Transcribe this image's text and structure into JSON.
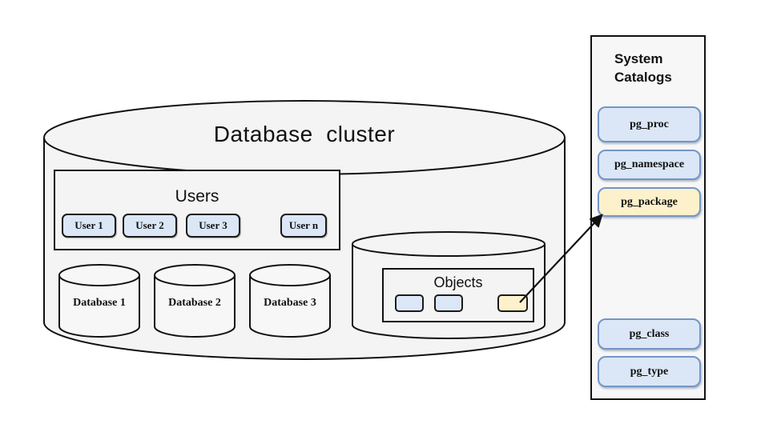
{
  "cluster": {
    "title": "Database  cluster"
  },
  "users": {
    "title": "Users",
    "items": [
      {
        "label": "User 1"
      },
      {
        "label": "User 2"
      },
      {
        "label": "User 3"
      },
      {
        "label": "User n"
      }
    ]
  },
  "databases": [
    {
      "label": "Database 1"
    },
    {
      "label": "Database 2"
    },
    {
      "label": "Database 3"
    }
  ],
  "objects": {
    "title": "Objects",
    "items": [
      {
        "color": "blue"
      },
      {
        "color": "blue"
      },
      {
        "color": "yellow",
        "linked_to": "pg_package"
      }
    ]
  },
  "catalogs": {
    "title": "System\nCatalogs",
    "items": [
      {
        "label": "pg_proc",
        "highlighted": false
      },
      {
        "label": "pg_namespace",
        "highlighted": false
      },
      {
        "label": "pg_package",
        "highlighted": true
      },
      {
        "label": "pg_class",
        "highlighted": false
      },
      {
        "label": "pg_type",
        "highlighted": false
      }
    ]
  },
  "colors": {
    "shape_fill": "#f4f4f4",
    "small_cylinder_fill": "#f7f7f7",
    "button_blue": "#dbe7f6",
    "button_yellow": "#fdf1cc",
    "catalog_border_blue": "#7595c8",
    "line": "#111111"
  }
}
